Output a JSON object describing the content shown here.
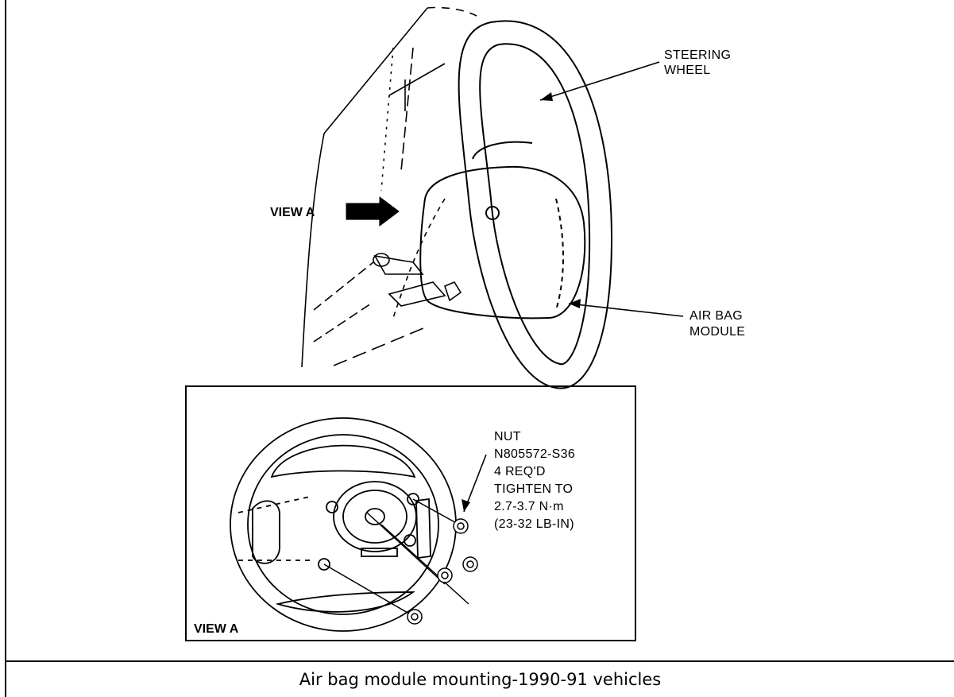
{
  "figure": {
    "labels": {
      "steering_wheel": [
        "STEERING",
        "WHEEL"
      ],
      "air_bag_module": [
        "AIR BAG",
        "MODULE"
      ],
      "view_a_arrow": "VIEW A",
      "view_a_panel": "VIEW A",
      "nut_callout": [
        "NUT",
        "N805572-S36",
        "4 REQ'D",
        "TIGHTEN TO",
        "2.7-3.7 N·m",
        "(23-32 LB-IN)"
      ]
    }
  },
  "caption": "Air bag module mounting-1990-91 vehicles"
}
